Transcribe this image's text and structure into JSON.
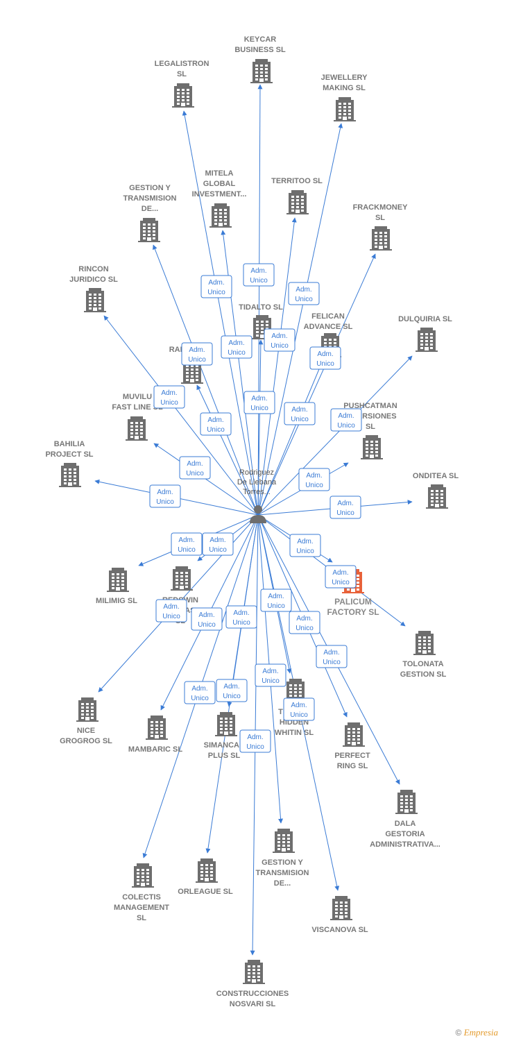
{
  "person": {
    "label": [
      "Rodriguez",
      "De Liebana",
      "Torres..."
    ]
  },
  "edge_role": [
    "Adm.",
    "Unico"
  ],
  "companies": [
    {
      "id": "keycar",
      "label": [
        "KEYCAR",
        "BUSINESS  SL"
      ]
    },
    {
      "id": "legalistron",
      "label": [
        "LEGALISTRON",
        "SL"
      ]
    },
    {
      "id": "jewellery",
      "label": [
        "JEWELLERY",
        "MAKING  SL"
      ]
    },
    {
      "id": "mitela",
      "label": [
        "MITELA",
        "GLOBAL",
        "INVESTMENT..."
      ]
    },
    {
      "id": "territoo",
      "label": [
        "TERRITOO  SL"
      ]
    },
    {
      "id": "gestion1",
      "label": [
        "GESTION Y",
        "TRANSMISION",
        "DE..."
      ]
    },
    {
      "id": "frackmoney",
      "label": [
        "FRACKMONEY",
        "SL"
      ]
    },
    {
      "id": "rincon",
      "label": [
        "RINCON",
        "JURIDICO SL"
      ]
    },
    {
      "id": "tidalto",
      "label": [
        "TIDALTO  SL"
      ]
    },
    {
      "id": "felican",
      "label": [
        "FELICAN",
        "ADVANCE  SL"
      ]
    },
    {
      "id": "dulquiria",
      "label": [
        "DULQUIRIA  SL"
      ]
    },
    {
      "id": "rapid",
      "label": [
        "RAPID...  SL"
      ]
    },
    {
      "id": "muvilu",
      "label": [
        "MUVILU",
        "FAST LINE  SL"
      ]
    },
    {
      "id": "pushcatman",
      "label": [
        "PUSHCATMAN",
        "INVERSIONES",
        "SL"
      ]
    },
    {
      "id": "bahilia",
      "label": [
        "BAHILIA",
        "PROJECT  SL"
      ]
    },
    {
      "id": "onditea",
      "label": [
        "ONDITEA  SL"
      ]
    },
    {
      "id": "milimig",
      "label": [
        "MILIMIG  SL"
      ]
    },
    {
      "id": "redswin",
      "label": [
        "REDSWIN",
        "ETAPAS",
        "SL"
      ]
    },
    {
      "id": "palicum",
      "label": [
        "PALICUM",
        "FACTORY  SL"
      ],
      "highlight": true
    },
    {
      "id": "tolonata",
      "label": [
        "TOLONATA",
        "GESTION  SL"
      ]
    },
    {
      "id": "nice",
      "label": [
        "NICE",
        "GROGROG  SL"
      ]
    },
    {
      "id": "mambaric",
      "label": [
        "MAMBARIC  SL"
      ]
    },
    {
      "id": "simancas",
      "label": [
        "SIMANCAS",
        "PLUS  SL"
      ]
    },
    {
      "id": "tres",
      "label": [
        "TRES...S",
        "HIDDEN",
        "WHITIN  SL"
      ]
    },
    {
      "id": "perfect",
      "label": [
        "PERFECT",
        "RING  SL"
      ]
    },
    {
      "id": "dala",
      "label": [
        "DALA",
        "GESTORIA",
        "ADMINISTRATIVA..."
      ]
    },
    {
      "id": "gestion2",
      "label": [
        "GESTION Y",
        "TRANSMISION",
        "DE..."
      ]
    },
    {
      "id": "colectis",
      "label": [
        "COLECTIS",
        "MANAGEMENT",
        "SL"
      ]
    },
    {
      "id": "orleague",
      "label": [
        "ORLEAGUE  SL"
      ]
    },
    {
      "id": "viscanova",
      "label": [
        "VISCANOVA  SL"
      ]
    },
    {
      "id": "construcciones",
      "label": [
        "CONSTRUCCIONES",
        "NOSVARI SL"
      ]
    }
  ],
  "colors": {
    "edge": "#3a7bd5",
    "building": "#6e6e6e",
    "highlight": "#e8623a",
    "label": "#777777"
  },
  "footer": {
    "copyright": "©",
    "brand": "Empresia"
  }
}
